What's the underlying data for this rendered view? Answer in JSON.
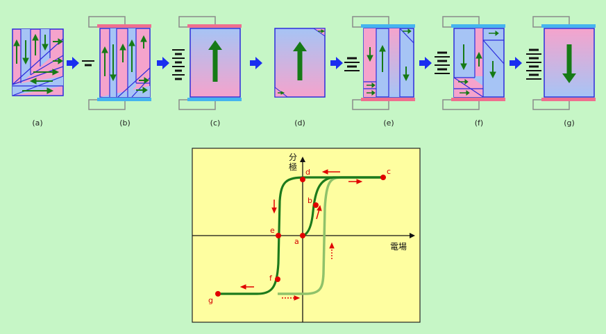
{
  "panels": [
    {
      "id": "a",
      "caption": "(a)"
    },
    {
      "id": "b",
      "caption": "(b)"
    },
    {
      "id": "c",
      "caption": "(c)"
    },
    {
      "id": "d",
      "caption": "(d)"
    },
    {
      "id": "e",
      "caption": "(e)"
    },
    {
      "id": "f",
      "caption": "(f)"
    },
    {
      "id": "g",
      "caption": "(g)"
    }
  ],
  "graph": {
    "y_axis_label": "分極",
    "x_axis_label": "電場",
    "points": [
      "a",
      "b",
      "c",
      "d",
      "e",
      "f",
      "g"
    ]
  },
  "colors": {
    "background": "#c6f6c6",
    "graph_bg": "#fefea0",
    "domain_pink": "#f5a3cc",
    "domain_blue": "#a6c4f5",
    "domain_edge": "#2b2bdb",
    "polarization_arrow": "#167a16",
    "process_arrow": "#1a2ef0",
    "electrode_pink": "#ef6f8f",
    "electrode_blue": "#45b4ef",
    "curve_main": "#1c7a1c",
    "curve_initial": "#8fc26a",
    "marker": "#e00000"
  }
}
